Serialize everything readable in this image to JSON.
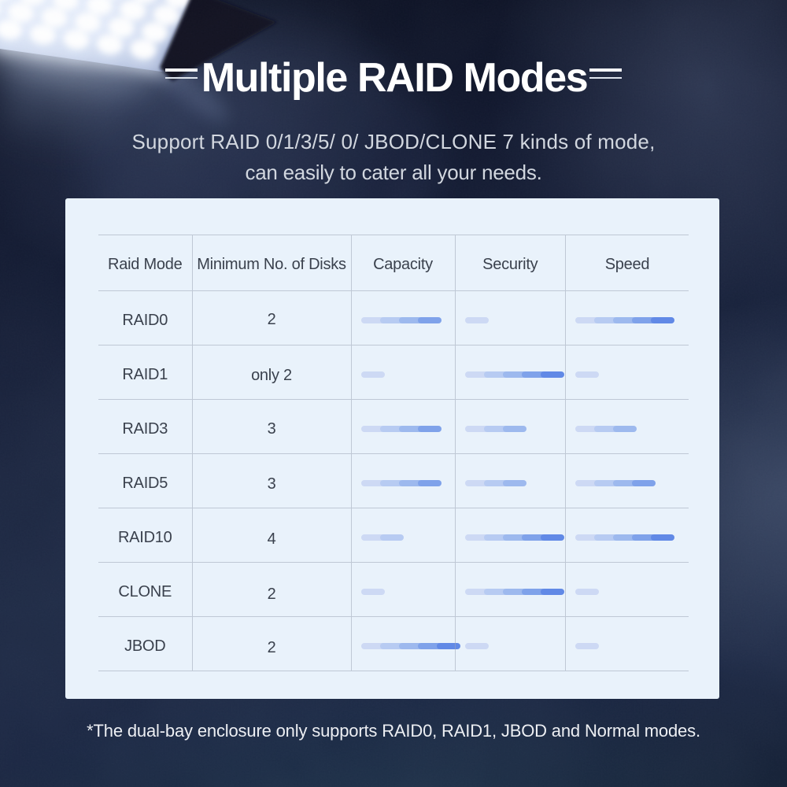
{
  "header": {
    "title": "Multiple RAID Modes",
    "subtitle_line1": "Support RAID 0/1/3/5/ 0/ JBOD/CLONE 7 kinds of mode,",
    "subtitle_line2": "can easily to cater all your needs."
  },
  "footnote": "*The dual-bay enclosure only supports RAID0, RAID1, JBOD and Normal modes.",
  "chart_data": {
    "type": "table",
    "title": "Multiple RAID Modes",
    "columns": [
      "Raid Mode",
      "Minimum No. of Disks",
      "Capacity",
      "Security",
      "Speed"
    ],
    "rating_max": 5,
    "rating_colors": [
      "#cdd9f4",
      "#b7cbf2",
      "#9db9ee",
      "#7fa2ea",
      "#6189e6"
    ],
    "rows": [
      {
        "mode": "RAID0",
        "min_disks": "2",
        "capacity": 4,
        "security": 1,
        "speed": 5
      },
      {
        "mode": "RAID1",
        "min_disks": "only 2",
        "capacity": 1,
        "security": 5,
        "speed": 1
      },
      {
        "mode": "RAID3",
        "min_disks": "3",
        "capacity": 4,
        "security": 3,
        "speed": 3
      },
      {
        "mode": "RAID5",
        "min_disks": "3",
        "capacity": 4,
        "security": 3,
        "speed": 4
      },
      {
        "mode": "RAID10",
        "min_disks": "4",
        "capacity": 2,
        "security": 5,
        "speed": 5
      },
      {
        "mode": "CLONE",
        "min_disks": "2",
        "capacity": 1,
        "security": 5,
        "speed": 1
      },
      {
        "mode": "JBOD",
        "min_disks": "2",
        "capacity": 5,
        "security": 1,
        "speed": 1
      }
    ]
  },
  "colors": {
    "background_top": "#0b1124",
    "background_mid": "#222e4c",
    "card_bg": "#e9f2fb",
    "table_line": "#9ca6b6",
    "table_text": "#3a414d",
    "title_text": "#ffffff",
    "subtitle_text": "#d2d7df",
    "footnote_text": "#edeff3"
  }
}
